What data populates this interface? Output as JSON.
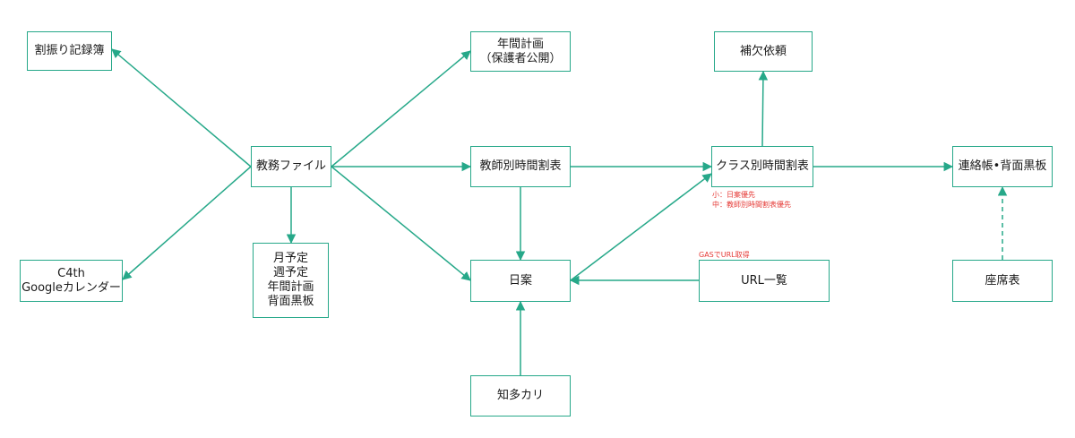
{
  "colors": {
    "edge": "#26a889",
    "note": "#e53935",
    "text": "#1a1a1a"
  },
  "nodes": {
    "warifuri": "割振り記録簿",
    "kyomu": "教務ファイル",
    "c4th": "C4th\nGoogleカレンダー",
    "yotei": "月予定\n週予定\n年間計画\n背面黒板",
    "nenkan": "年間計画\n（保護者公開）",
    "kyoshi": "教師別時間割表",
    "nichian": "日案",
    "chita": "知多カリ",
    "hoketsu": "補欠依頼",
    "class": "クラス別時間割表",
    "url": "URL一覧",
    "renraku": "連絡帳•背面黒板",
    "zaseki": "座席表"
  },
  "notes": {
    "priority": "小：日案優先\n中：教師別時間割表優先",
    "gas": "GASでURL取得"
  }
}
